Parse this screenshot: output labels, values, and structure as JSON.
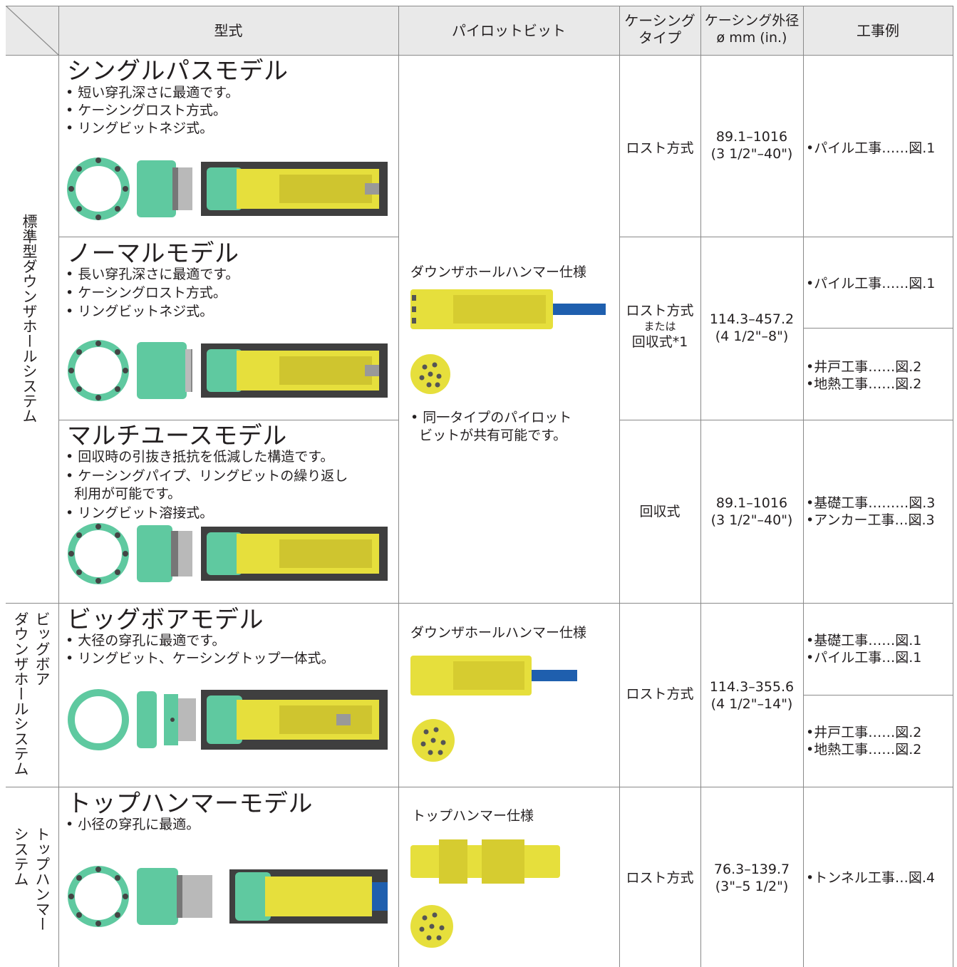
{
  "header": {
    "model": "型式",
    "pilot_bit": "パイロットビット",
    "casing_type_l1": "ケーシング",
    "casing_type_l2": "タイプ",
    "casing_od_l1": "ケーシング外径",
    "casing_od_l2": "ø mm (in.)",
    "works": "工事例"
  },
  "groups": {
    "standard": "標準型ダウンザホールシステム",
    "bigbore_l1": "ビッグボア",
    "bigbore_l2": "ダウンザホールシステム",
    "tophammer_l1": "トップハンマー",
    "tophammer_l2": "システム"
  },
  "models": [
    {
      "title": "シングルパスモデル",
      "bullets": [
        "• 短い穿孔深さに最適です。",
        "• ケーシングロスト方式。",
        "• リングビットネジ式。"
      ],
      "casing_type": "ロスト方式",
      "od_mm": "89.1–1016",
      "od_in": "(3 1/2\"–40\")",
      "works": [
        "•パイル工事……図.1"
      ]
    },
    {
      "title": "ノーマルモデル",
      "bullets": [
        "• 長い穿孔深さに最適です。",
        "• ケーシングロスト方式。",
        "• リングビットネジ式。"
      ],
      "casing_type_l1": "ロスト方式",
      "casing_type_l2": "または",
      "casing_type_l3": "回収式*1",
      "od_mm": "114.3–457.2",
      "od_in": "(4 1/2\"–8\")",
      "works_a": [
        "•パイル工事……図.1"
      ],
      "works_b": [
        "•井戸工事……図.2",
        "•地熱工事……図.2"
      ]
    },
    {
      "title": "マルチユースモデル",
      "bullets": [
        "• 回収時の引抜き抵抗を低減した構造です。",
        "• ケーシングパイプ、リングビットの繰り返し",
        "  利用が可能です。",
        "• リングビット溶接式。"
      ],
      "casing_type": "回収式",
      "od_mm": "89.1–1016",
      "od_in": "(3 1/2\"–40\")",
      "works": [
        "•基礎工事………図.3",
        "•アンカー工事…図.3"
      ]
    },
    {
      "title": "ビッグボアモデル",
      "bullets": [
        "• 大径の穿孔に最適です。",
        "• リングビット、ケーシングトップ一体式。"
      ],
      "casing_type": "ロスト方式",
      "od_mm": "114.3–355.6",
      "od_in": "(4 1/2\"–14\")",
      "works_a": [
        "•基礎工事……図.1",
        "•パイル工事…図.1"
      ],
      "works_b": [
        "•井戸工事……図.2",
        "•地熱工事……図.2"
      ]
    },
    {
      "title": "トップハンマーモデル",
      "bullets": [
        "• 小径の穿孔に最適。"
      ],
      "casing_type": "ロスト方式",
      "od_mm": "76.3–139.7",
      "od_in": "(3\"–5 1/2\")",
      "works": [
        "•トンネル工事…図.4"
      ]
    }
  ],
  "pilot": {
    "dth_label": "ダウンザホールハンマー仕様",
    "dth_note_l1": "• 同一タイプのパイロット",
    "dth_note_l2": "  ビットが共有可能です。",
    "bigbore_label": "ダウンザホールハンマー仕様",
    "tophammer_label": "トップハンマー仕様"
  },
  "colors": {
    "header_bg": "#e9e9e9",
    "grid": "#8a8a8a",
    "ring_green": "#5fc9a0",
    "bit_yellow": "#e6df3c",
    "casing_dark": "#3f3f3f",
    "hose_blue": "#1f5fae"
  }
}
